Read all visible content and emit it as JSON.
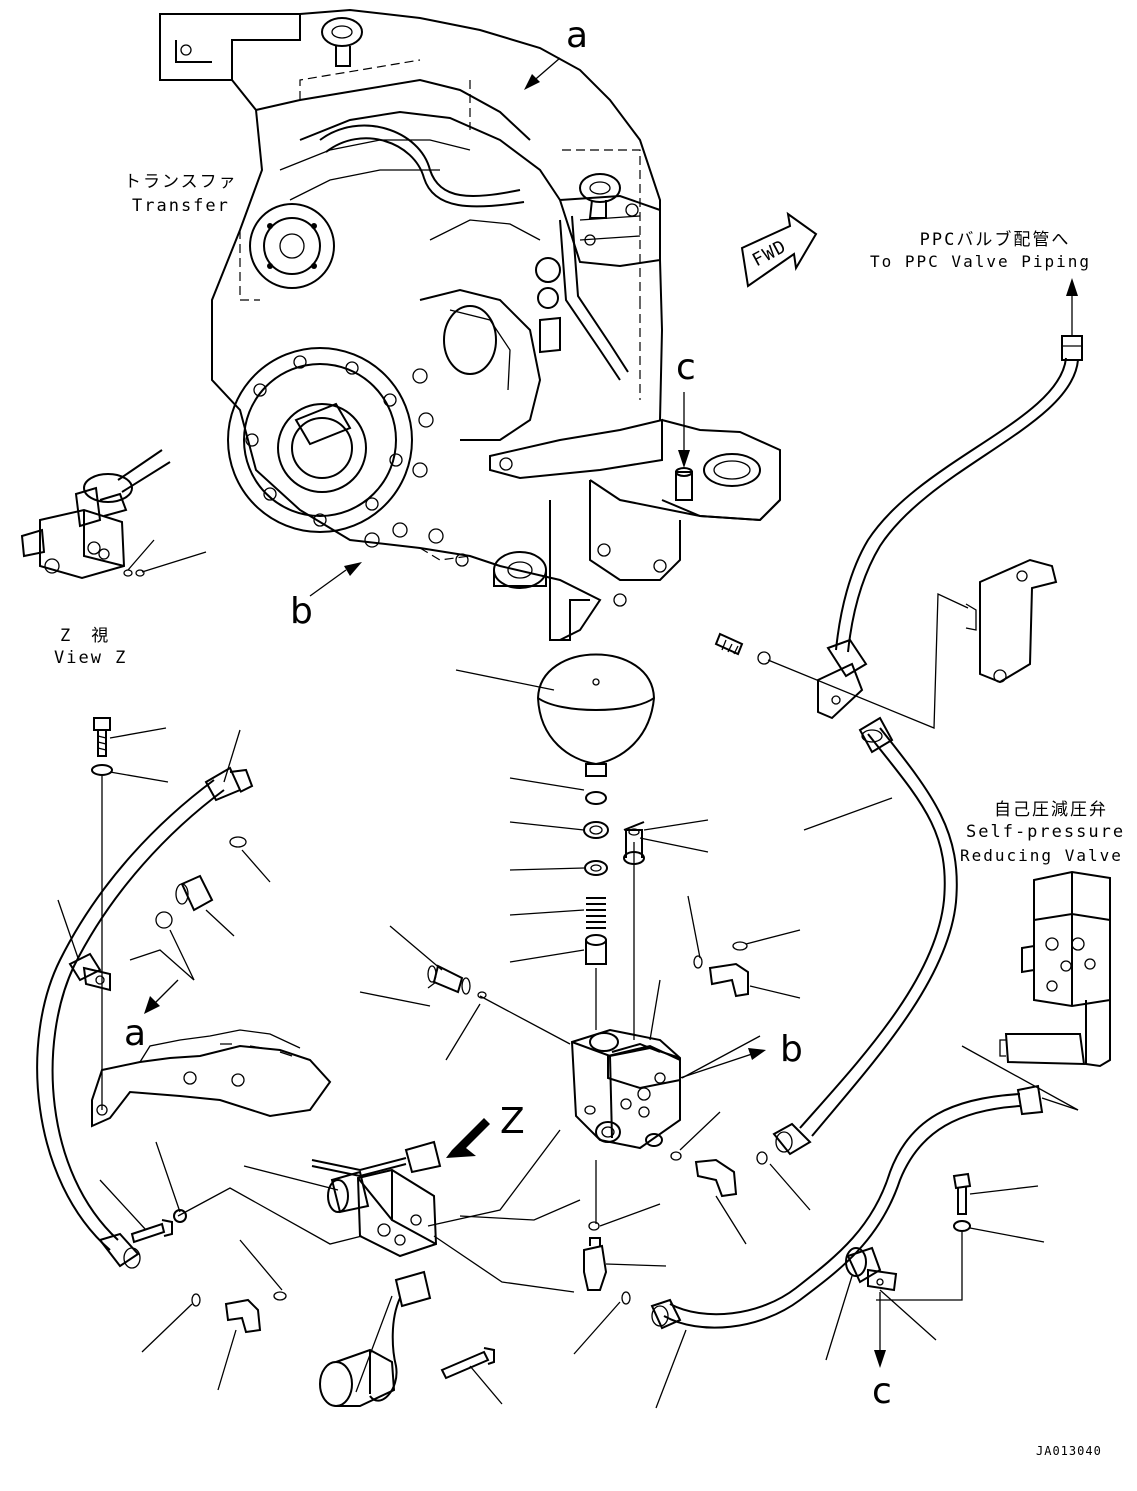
{
  "labels": {
    "transfer_jp": "トランスファ",
    "transfer_en": "Transfer",
    "view_z_jp": "Z　視",
    "view_z_en": "View Z",
    "ppc_jp": "PPCバルブ配管へ",
    "ppc_en": "To PPC Valve Piping",
    "spv_jp": "自己圧減圧弁",
    "spv_en": "Self-pressure",
    "spv_en2": "Reducing Valve",
    "fwd": "FWD",
    "drawing_code": "JA013040"
  },
  "callouts": {
    "a_top": "a",
    "a_left": "a",
    "b_mid": "b",
    "b_right": "b",
    "c_top": "c",
    "c_bottom": "c",
    "z": "Z"
  }
}
